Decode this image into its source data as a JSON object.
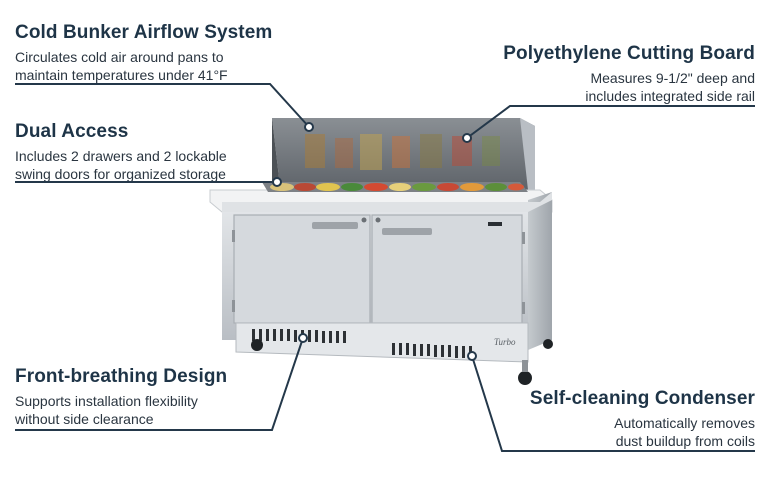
{
  "features": {
    "airflow": {
      "title": "Cold Bunker Airflow System",
      "line1": "Circulates cold air around pans to",
      "line2": "maintain temperatures under 41°F"
    },
    "dual_access": {
      "title": "Dual Access",
      "line1": "Includes 2 drawers and 2 lockable",
      "line2": "swing doors for organized storage"
    },
    "cutting_board": {
      "title": "Polyethylene Cutting Board",
      "line1": "Measures 9-1/2\" deep and",
      "line2": "includes integrated side rail"
    },
    "front_breathing": {
      "title": "Front-breathing Design",
      "line1": "Supports installation flexibility",
      "line2": "without side clearance"
    },
    "self_cleaning": {
      "title": "Self-cleaning Condenser",
      "line1": "Automatically removes",
      "line2": "dust buildup from coils"
    }
  },
  "colors": {
    "heading": "#1e3447",
    "leader_line": "#24384a",
    "steel": "#c9ced3"
  },
  "product": {
    "brand_logo_text": "Turbo"
  }
}
